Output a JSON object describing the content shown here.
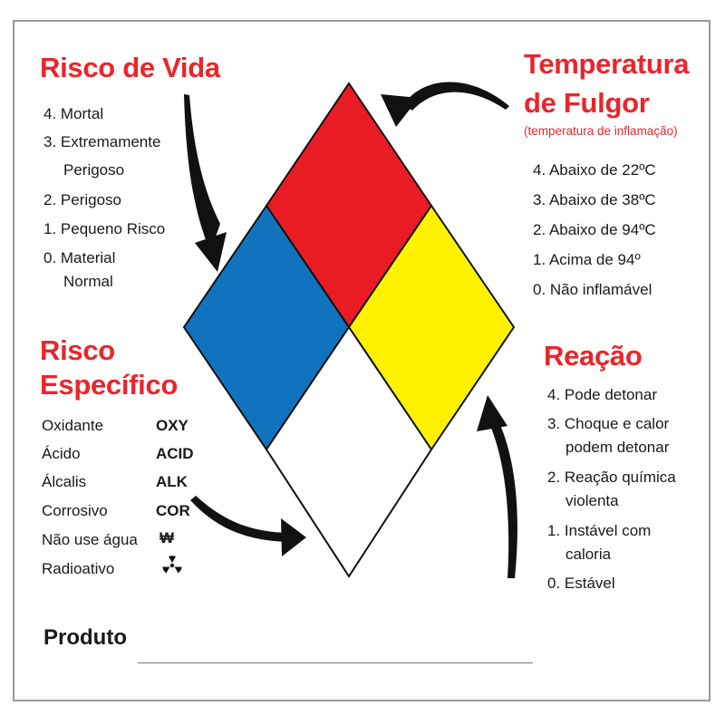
{
  "colors": {
    "health": "#1173bd",
    "flammability": "#e91c24",
    "reactivity": "#fff200",
    "special": "#ffffff",
    "titles": "#e8262b"
  },
  "health": {
    "title": "Risco de Vida",
    "items": [
      "4. Mortal",
      "3. Extremamente",
      "Perigoso",
      "2. Perigoso",
      "1. Pequeno Risco",
      "0. Material",
      "Normal"
    ]
  },
  "flammability": {
    "title_line1": "Temperatura",
    "title_line2": "de Fulgor",
    "subtitle": "(temperatura de inflamação)",
    "items": [
      "4. Abaixo de 22ºC",
      "3. Abaixo de 38ºC",
      "2. Abaixo de 94ºC",
      "1. Acima de 94º",
      "0. Não inflamável"
    ]
  },
  "special": {
    "title_line1": "Risco",
    "title_line2": "Específico",
    "rows": [
      {
        "label": "Oxidante",
        "code": "OXY"
      },
      {
        "label": "Ácido",
        "code": "ACID"
      },
      {
        "label": "Álcalis",
        "code": "ALK"
      },
      {
        "label": "Corrosivo",
        "code": "COR"
      },
      {
        "label": "Não use água",
        "code": "₩",
        "icon": "no-water-icon"
      },
      {
        "label": "Radioativo",
        "code": "",
        "icon": "radiation-icon"
      }
    ]
  },
  "reactivity": {
    "title": "Reação",
    "items": [
      "4. Pode detonar",
      "3. Choque e calor",
      "podem detonar",
      "2. Reação química",
      "violenta",
      "1. Instável com",
      "caloria",
      "0. Estável"
    ]
  },
  "produto_label": "Produto"
}
